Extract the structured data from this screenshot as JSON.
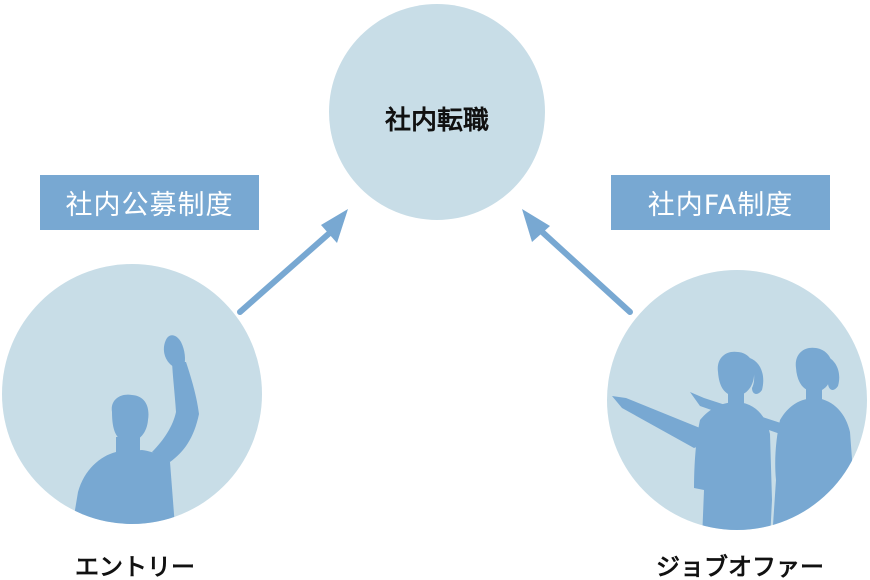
{
  "colors": {
    "circle": "#c8dde7",
    "accent": "#78a8d2",
    "text": "#111111",
    "box_text": "#ffffff"
  },
  "nodes": {
    "center": {
      "label": "社内転職"
    },
    "left": {
      "label": "エントリー",
      "icon": "person-raising-hand-icon"
    },
    "right": {
      "label": "ジョブオファー",
      "icon": "two-women-pointing-icon"
    }
  },
  "edges": {
    "left": {
      "label": "社内公募制度"
    },
    "right": {
      "label": "社内FA制度"
    }
  }
}
